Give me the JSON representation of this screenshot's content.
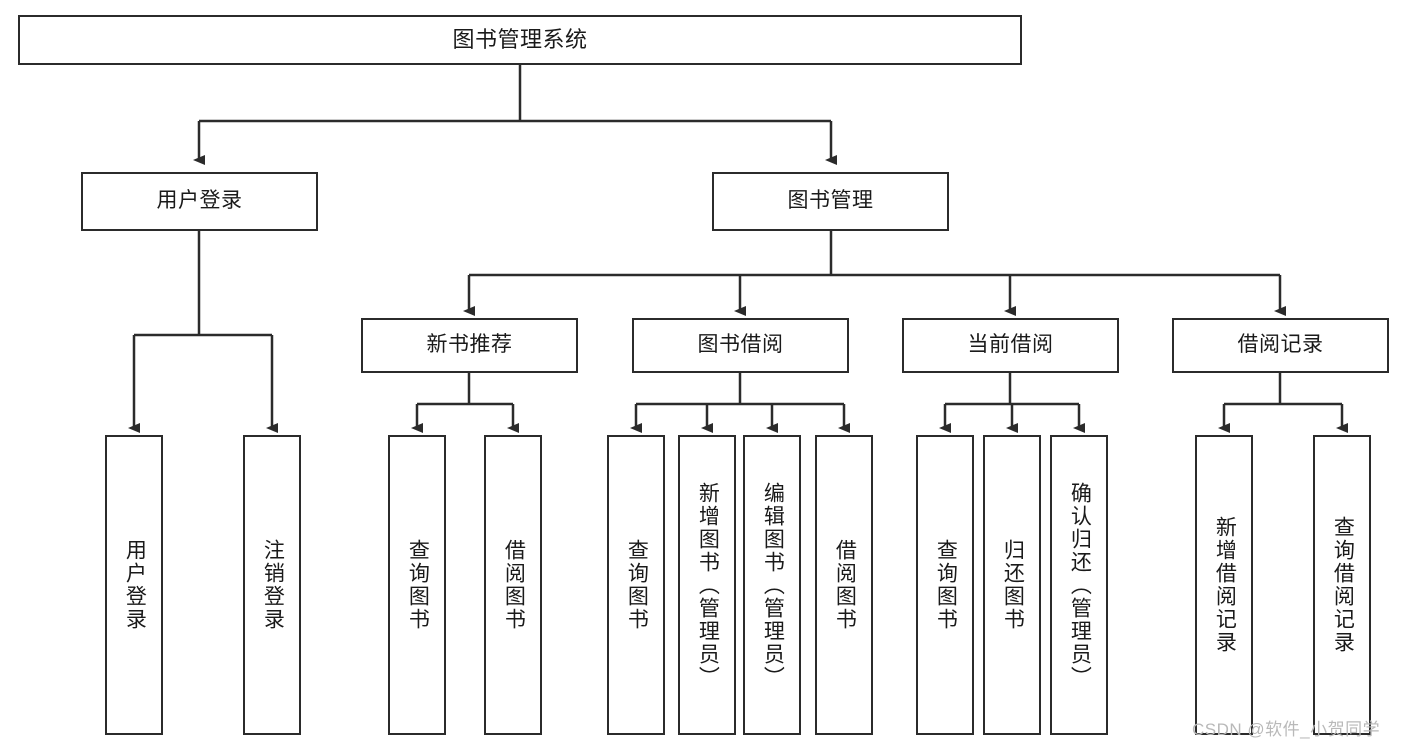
{
  "diagram": {
    "type": "hierarchy-tree",
    "title": "图书管理系统",
    "background_color": "#ffffff",
    "line_color": "#2b2b2b",
    "text_color": "#1a1a1a",
    "levels": 4,
    "root": {
      "label": "图书管理系统"
    },
    "level2": [
      {
        "label": "用户登录"
      },
      {
        "label": "图书管理"
      }
    ],
    "level3": [
      {
        "label": "新书推荐"
      },
      {
        "label": "图书借阅"
      },
      {
        "label": "当前借阅"
      },
      {
        "label": "借阅记录"
      }
    ],
    "leaves": {
      "user_login": [
        {
          "label": "用户登录"
        },
        {
          "label": "注销登录"
        }
      ],
      "new_book_recommend": [
        {
          "label": "查询图书"
        },
        {
          "label": "借阅图书"
        }
      ],
      "book_borrow": [
        {
          "label": "查询图书"
        },
        {
          "label": "新增图书（管理员）"
        },
        {
          "label": "编辑图书（管理员）"
        },
        {
          "label": "借阅图书"
        }
      ],
      "current_borrow": [
        {
          "label": "查询图书"
        },
        {
          "label": "归还图书"
        },
        {
          "label": "确认归还（管理员）"
        }
      ],
      "borrow_record": [
        {
          "label": "新增借阅记录"
        },
        {
          "label": "查询借阅记录"
        }
      ]
    }
  },
  "watermark": {
    "text": "CSDN @软件_小贺同学"
  }
}
